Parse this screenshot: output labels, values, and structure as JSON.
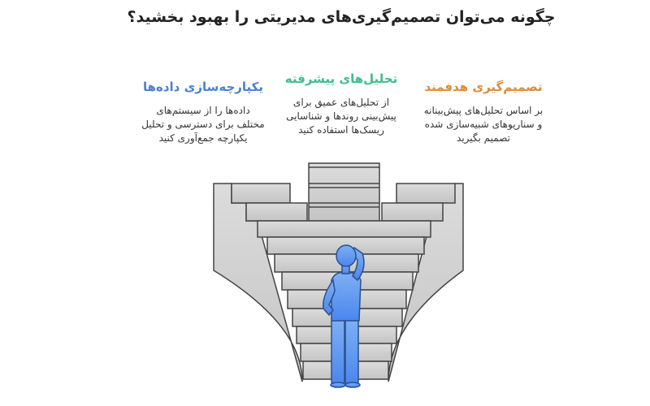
{
  "title": "چگونه می‌توان تصمیم‌گیری‌های مدیریتی را بهبود بخشید؟",
  "columns": [
    {
      "heading": "یکپارچه‌سازی داده‌ها",
      "color": "#4a7fd4",
      "lines": [
        "داده‌ها را از سیستم‌های",
        "مختلف برای دسترسی و تحلیل",
        "یکپارچه جمع‌آوری کنید"
      ]
    },
    {
      "heading": "تحلیل‌های پیشرفته",
      "color": "#3cbf8a",
      "lines": [
        "از تحلیل‌های عمیق برای",
        "پیش‌بینی روندها و شناسایی",
        "ریسک‌ها استفاده کنید"
      ]
    },
    {
      "heading": "تصمیم‌گیری هدفمند",
      "color": "#e08a35",
      "lines": [
        "بر اساس تحلیل‌های پیش‌بینانه",
        "و سناریوهای شبیه‌سازی شده",
        "تصمیم بگیرید"
      ]
    }
  ]
}
